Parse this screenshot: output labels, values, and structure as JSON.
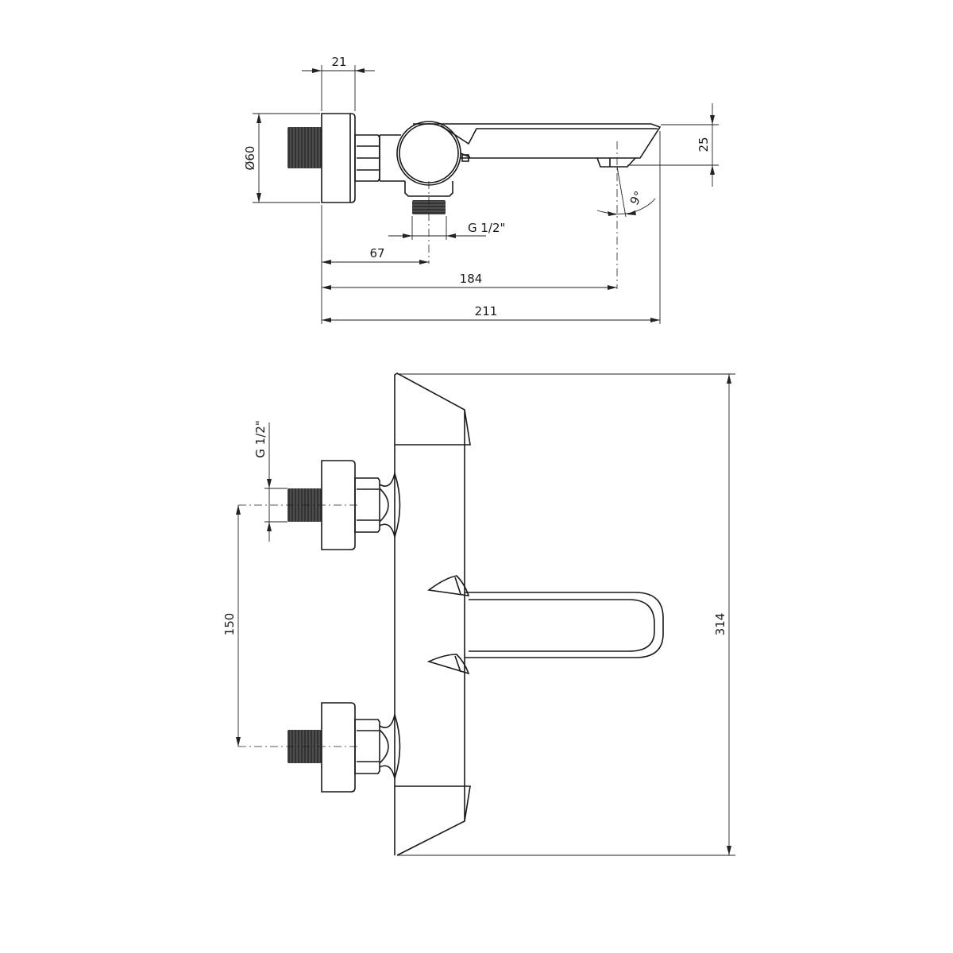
{
  "side_view": {
    "dim_flange_depth": "21",
    "dim_flange_diameter": "Ø60",
    "dim_spout_height": "25",
    "dim_spout_angle": "9°",
    "dim_outlet_thread": "G 1/2\"",
    "dim_outlet_position": "67",
    "dim_spout_outlet_reach": "184",
    "dim_total_reach": "211"
  },
  "front_view": {
    "dim_inlet_thread": "G 1/2\"",
    "dim_inlet_spacing": "150",
    "dim_total_width": "314"
  }
}
